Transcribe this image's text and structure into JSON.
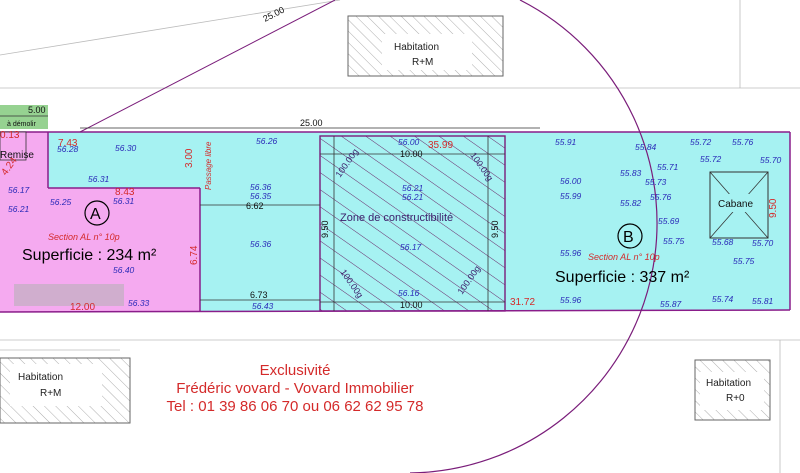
{
  "buildings": {
    "top": {
      "name": "Habitation",
      "type": "R+M"
    },
    "bottom_left": {
      "name": "Habitation",
      "type": "R+M"
    },
    "bottom_right": {
      "name": "Habitation",
      "type": "R+0"
    },
    "cabane": "Cabane",
    "remise": "Remise",
    "a_demolir": "à démolir"
  },
  "lots": {
    "A": {
      "letter": "A",
      "section": "Section AL n° 10p",
      "area": "Superficie : 234 m²"
    },
    "B": {
      "letter": "B",
      "section": "Section AL n° 10p",
      "area": "Superficie : 337 m²"
    }
  },
  "zone": {
    "label": "Zone de constructibilité",
    "angle_label": "100.00g"
  },
  "passage": "Passage libre",
  "colors": {
    "lot_a": "#f5aaf0",
    "lot_b": "#a6f2f2",
    "boundary": "#8a1d8a",
    "dim_red": "#d42a2a",
    "dim_blue": "#2a2ab8",
    "ad_red": "#d42a2a"
  },
  "dims_red": [
    "0.13",
    "7.43",
    "4.24",
    "8.43",
    "3.00",
    "6.74",
    "12.00",
    "35.99",
    "31.72",
    "9.50"
  ],
  "dims_black": [
    "5.00",
    "25.00",
    "25.00",
    "10.00",
    "10.00",
    "6.62",
    "6.73",
    "9.50",
    "9.50"
  ],
  "levels": [
    "56.28",
    "56.30",
    "56.26",
    "56.00",
    "55.91",
    "55.84",
    "55.72",
    "55.76",
    "55.72",
    "55.70",
    "56.31",
    "56.36",
    "56.35",
    "56.21",
    "56.21",
    "56.00",
    "55.83",
    "55.71",
    "55.73",
    "56.17",
    "56.25",
    "56.31",
    "55.99",
    "55.82",
    "55.76",
    "56.21",
    "56.17",
    "55.69",
    "56.36",
    "55.96",
    "55.75",
    "55.68",
    "55.70",
    "56.40",
    "56.33",
    "56.43",
    "56.16",
    "55.96",
    "55.87",
    "55.74",
    "55.81",
    "55.75"
  ],
  "advert": {
    "line1": "Exclusivité",
    "line2": "Frédéric vovard - Vovard Immobilier",
    "line3": "Tel : 01 39 86 06 70 ou 06 62 62 95 78"
  }
}
